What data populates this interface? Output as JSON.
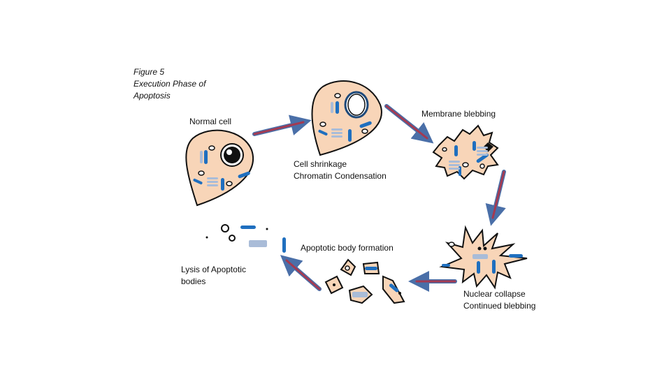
{
  "figure": {
    "lines": [
      "Figure 5",
      "Execution Phase of",
      "Apoptosis"
    ]
  },
  "stages": {
    "normal": [
      "Normal cell"
    ],
    "shrinkage": [
      "Cell shrinkage",
      "Chromatin Condensation"
    ],
    "blebbing": [
      "Membrane blebbing"
    ],
    "collapse": [
      "Nuclear collapse",
      "Continued blebbing"
    ],
    "body_formation": [
      "Apoptotic body formation"
    ],
    "lysis": [
      "Lysis of Apoptotic",
      "bodies"
    ]
  },
  "colors": {
    "cytoplasm": "#f8d5b8",
    "outline": "#111111",
    "mito": "#1f6fbf",
    "golgi": "#a9bcd8",
    "arrow": "#a33a52",
    "arrow_edge": "#4a6fa8"
  }
}
